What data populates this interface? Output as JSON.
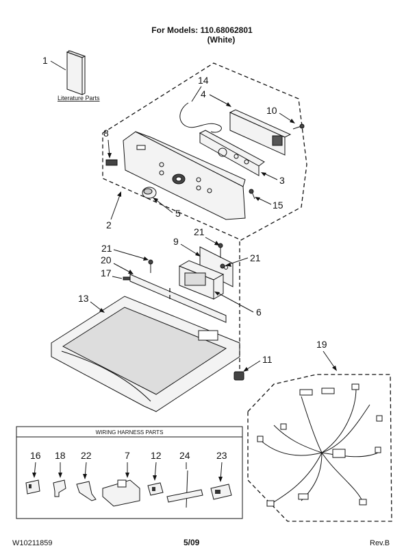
{
  "header": {
    "title": "For Models: 110.68062801",
    "subtitle": "(White)"
  },
  "callouts": {
    "c1": "1",
    "c2": "2",
    "c3": "3",
    "c4": "4",
    "c5": "5",
    "c6": "6",
    "c7": "7",
    "c8": "8",
    "c9": "9",
    "c10": "10",
    "c11": "11",
    "c12": "12",
    "c13": "13",
    "c14": "14",
    "c15": "15",
    "c16": "16",
    "c17": "17",
    "c18": "18",
    "c19": "19",
    "c20": "20",
    "c21a": "21",
    "c21b": "21",
    "c21c": "21",
    "c22": "22",
    "c23": "23",
    "c24": "24"
  },
  "literature_label": "Literature Parts",
  "harness_box": {
    "title": "WIRING HARNESS PARTS",
    "items": [
      "16",
      "18",
      "22",
      "7",
      "12",
      "24",
      "23"
    ]
  },
  "footer": {
    "doc_number": "W10211859",
    "page": "5/09",
    "revision": "Rev.B"
  }
}
